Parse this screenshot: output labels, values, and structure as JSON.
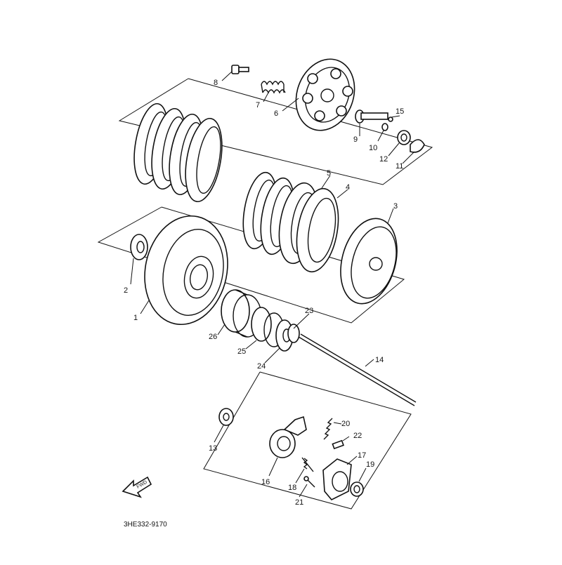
{
  "diagram": {
    "code": "3HE332-9170",
    "fwd_label": "FWD",
    "callouts": [
      "1",
      "2",
      "3",
      "4",
      "5",
      "6",
      "7",
      "8",
      "9",
      "10",
      "11",
      "12",
      "13",
      "14",
      "15",
      "16",
      "17",
      "18",
      "19",
      "20",
      "21",
      "22",
      "23",
      "24",
      "25",
      "26"
    ]
  }
}
